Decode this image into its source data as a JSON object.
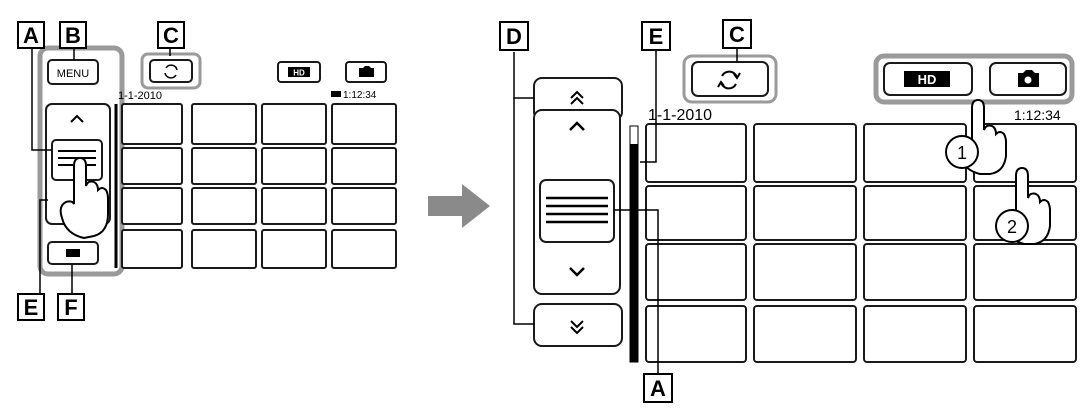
{
  "labels": {
    "a": "A",
    "b": "B",
    "c": "C",
    "d": "D",
    "e": "E",
    "f": "F"
  },
  "left_screen": {
    "menu_button": "MENU",
    "hd_button": "HD",
    "date": "1-1-2010",
    "counter": "1:12:34"
  },
  "right_screen": {
    "hd_button": "HD",
    "date": "1-1-2010",
    "counter": "1:12:34",
    "step_1": "1",
    "step_2": "2"
  },
  "colors": {
    "outline": "#1a1a1a",
    "highlight": "#9a9a9a",
    "arrow": "#8a8a8a",
    "scrollbar": "#000000"
  },
  "icons": [
    "swap-icon",
    "camera-icon",
    "chevron-up-icon",
    "chevron-down-icon",
    "double-chevron-up-icon",
    "double-chevron-down-icon",
    "hamburger-icon",
    "hand-pointer-icon",
    "film-icon"
  ]
}
